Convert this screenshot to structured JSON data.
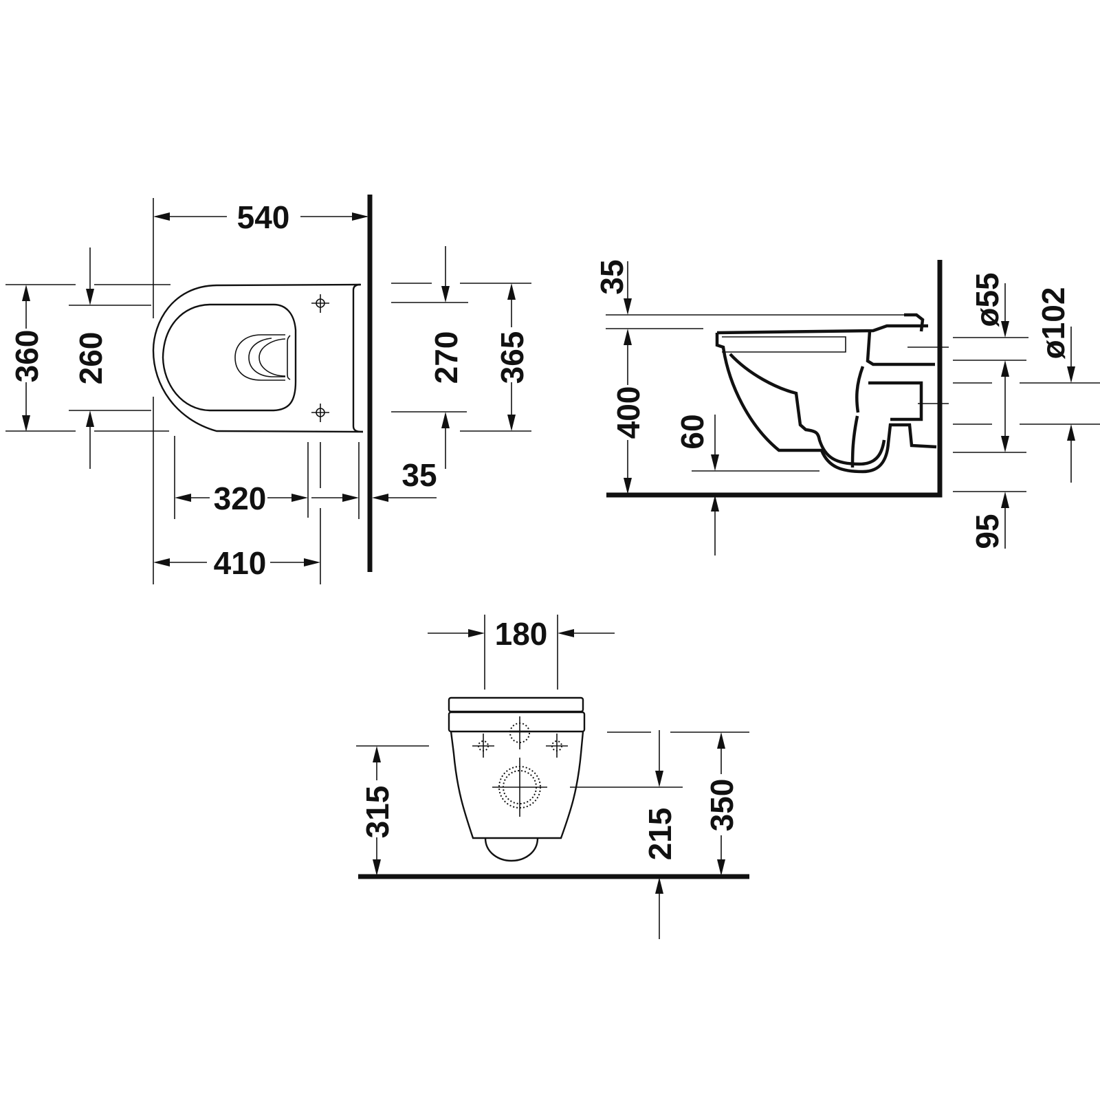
{
  "drawing": {
    "type": "technical dimension drawing",
    "subject": "wall-mounted toilet",
    "units": "mm",
    "line_color": "#111111",
    "background": "#ffffff"
  },
  "views": {
    "top": {
      "name": "Top view",
      "dims": {
        "overall_length": "540",
        "width_outer": "360",
        "width_inner": "260",
        "fixing_spacing": "270",
        "width_with_mount": "365",
        "inner_length": "320",
        "length_to_fixings": "410",
        "wall_offset": "35"
      }
    },
    "side": {
      "name": "Side view",
      "dims": {
        "seat_offset": "35",
        "rim_height": "400",
        "bowl_bottom": "60",
        "inlet_diameter": "ø55",
        "outlet_diameter": "ø102",
        "outlet_height": "95"
      }
    },
    "front": {
      "name": "Rear/front view",
      "dims": {
        "fixing_width": "180",
        "fixing_height": "315",
        "outlet_height": "215",
        "overall_height": "350"
      }
    }
  }
}
